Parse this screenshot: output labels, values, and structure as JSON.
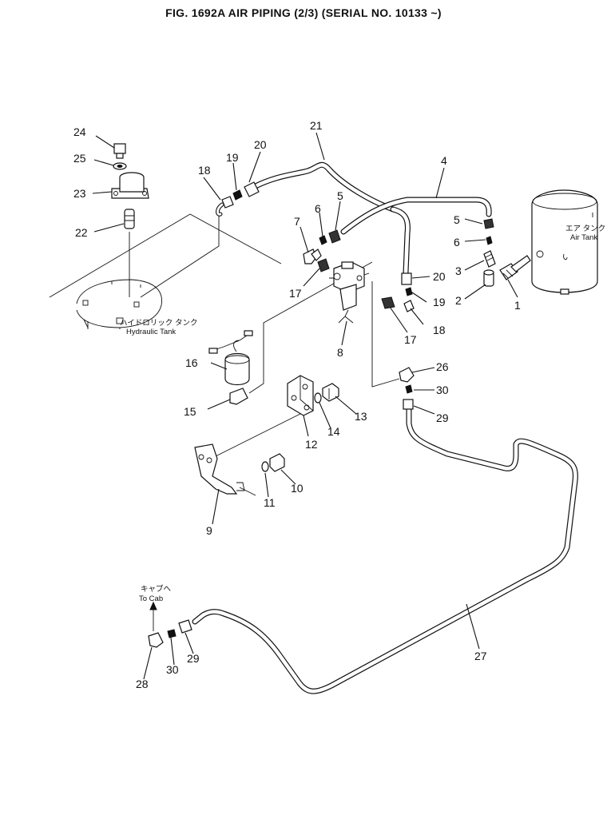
{
  "figure": {
    "title": "FIG. 1692A   AIR PIPING (2/3) (SERIAL NO. 10133 ~)"
  },
  "labels": {
    "hydraulic_tank_jp": "ハイドロリック タンク",
    "hydraulic_tank_en": "Hydraulic Tank",
    "air_tank_jp": "エア タンク",
    "air_tank_en": "Air Tank",
    "to_cab_jp": "キャブへ",
    "to_cab_en": "To Cab"
  },
  "callouts": {
    "p1": "1",
    "p2": "2",
    "p3": "3",
    "p4": "4",
    "p5a": "5",
    "p5b": "5",
    "p6a": "6",
    "p6b": "6",
    "p7": "7",
    "p8": "8",
    "p9": "9",
    "p10": "10",
    "p11": "11",
    "p12": "12",
    "p13": "13",
    "p14": "14",
    "p15": "15",
    "p16": "16",
    "p17a": "17",
    "p17b": "17",
    "p18a": "18",
    "p18b": "18",
    "p19a": "19",
    "p19b": "19",
    "p20a": "20",
    "p20b": "20",
    "p21": "21",
    "p22": "22",
    "p23": "23",
    "p24": "24",
    "p25": "25",
    "p26": "26",
    "p27": "27",
    "p28": "28",
    "p29a": "29",
    "p29b": "29",
    "p30a": "30",
    "p30b": "30"
  }
}
